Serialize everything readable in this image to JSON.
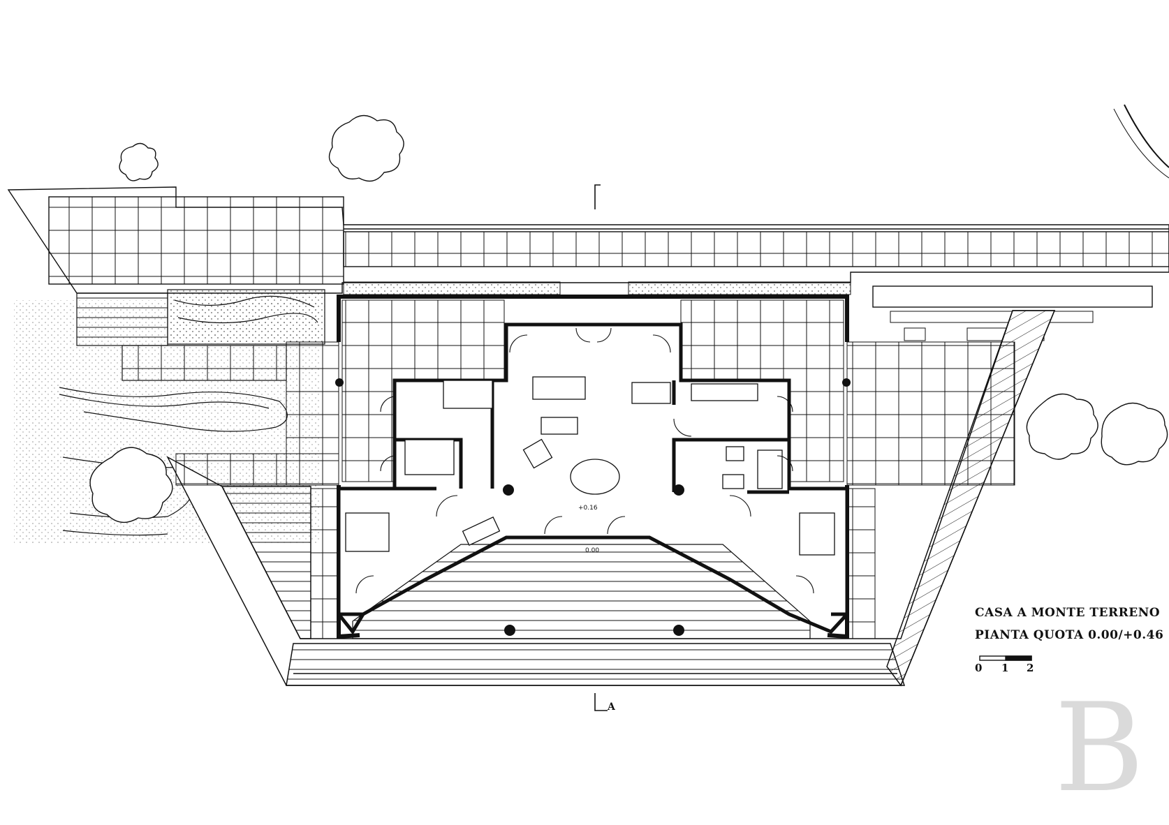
{
  "drawing": {
    "title_line1": "CASA A MONTE TERRENO",
    "title_line2": "PIANTA QUOTA 0.00/+0.46",
    "scale_ticks": [
      "0",
      "1",
      "2"
    ],
    "section_mark": "A",
    "elevation_living": "+0.16",
    "elevation_terrace": "0.00",
    "ink_color": "#111111",
    "watermark_color": "#d4d4d4"
  },
  "brand": {
    "watermark_letter": "B"
  }
}
